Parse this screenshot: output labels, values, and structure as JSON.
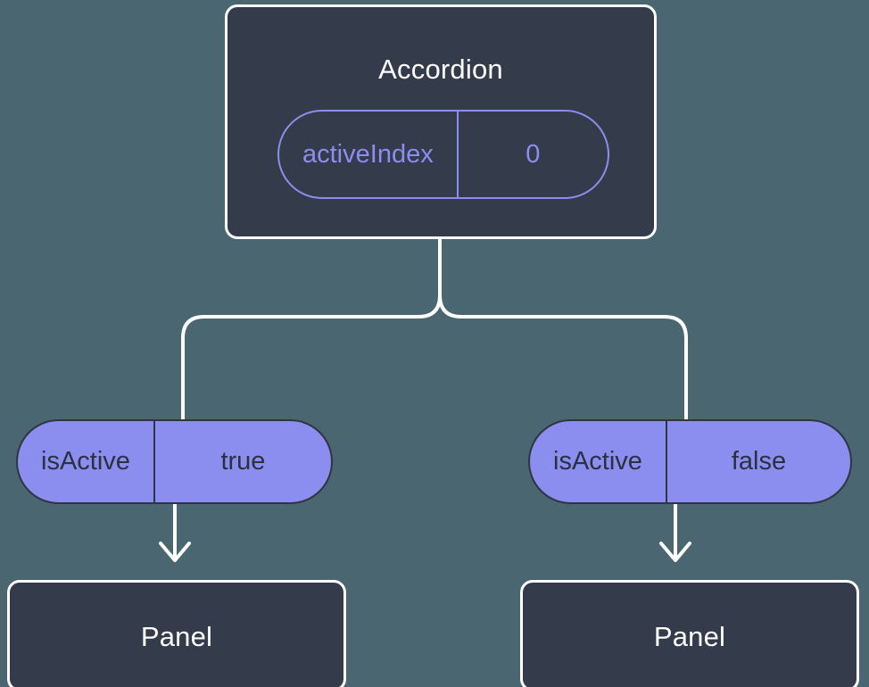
{
  "diagram": {
    "type": "component-state-tree",
    "background_color": "#4a6670",
    "node_fill_color": "#343b4a",
    "node_border_color": "#ffffff",
    "pill_accent_color": "#8b8def",
    "pill_text_color": "#2b3140",
    "connector_color": "#ffffff"
  },
  "root": {
    "title": "Accordion",
    "state": {
      "key": "activeIndex",
      "value": "0"
    }
  },
  "children": [
    {
      "prop": {
        "key": "isActive",
        "value": "true"
      },
      "component": {
        "title": "Panel"
      }
    },
    {
      "prop": {
        "key": "isActive",
        "value": "false"
      },
      "component": {
        "title": "Panel"
      }
    }
  ]
}
